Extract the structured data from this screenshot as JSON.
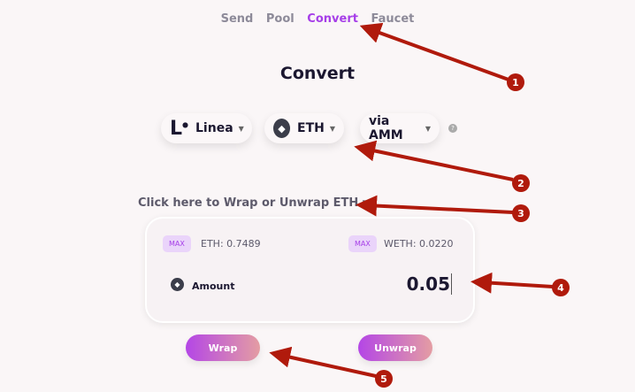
{
  "nav": {
    "items": [
      "Send",
      "Pool",
      "Convert",
      "Faucet"
    ],
    "active": "Convert"
  },
  "title": "Convert",
  "selectors": {
    "network": "Linea",
    "token": "ETH",
    "route": "via AMM",
    "help": "?"
  },
  "wrap_toggle": "Click here to Wrap or Unwrap ETH ▾",
  "card": {
    "max_label": "MAX",
    "eth_balance": "ETH: 0.7489",
    "weth_balance": "WETH: 0.0220",
    "amount_label": "Amount",
    "amount_value": "0.05"
  },
  "buttons": {
    "wrap": "Wrap",
    "unwrap": "Unwrap"
  },
  "annotations": [
    "1",
    "2",
    "3",
    "4",
    "5"
  ],
  "colors": {
    "accent": "#a63ee8",
    "arrow": "#b01a0c"
  }
}
